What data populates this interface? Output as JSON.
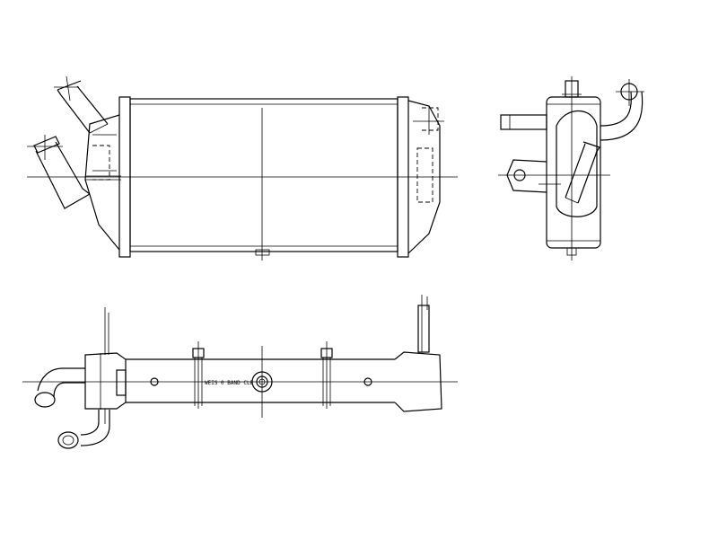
{
  "drawing": {
    "views": [
      "front-view",
      "side-view",
      "bottom-view"
    ],
    "part_label": "WEIS 0 BAND CLE",
    "colors": {
      "line": "#000000",
      "background": "#ffffff"
    }
  }
}
